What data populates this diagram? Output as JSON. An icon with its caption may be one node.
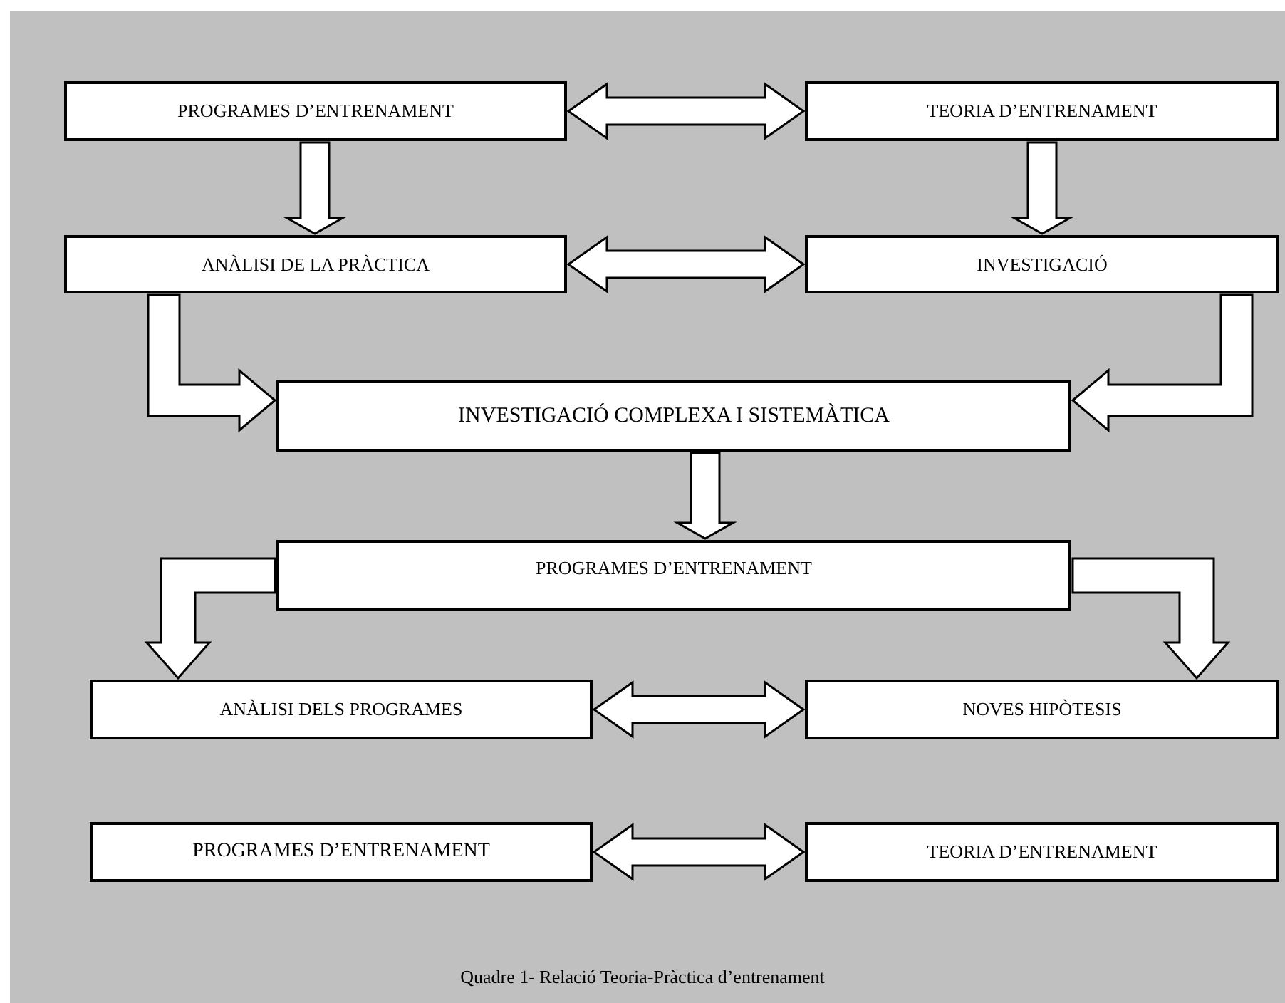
{
  "diagram": {
    "caption": "Quadre 1- Relació Teoria-Pràctica d’entrenament",
    "nodes": [
      {
        "text": [
          "PROGRAMES D’ENTRENAMENT"
        ]
      },
      {
        "text": [
          "TEORIA D’ENTRENAMENT"
        ]
      },
      {
        "text": [
          "ANÀLISI DE LA PRÀCTICA"
        ]
      },
      {
        "text": [
          "INVESTIGACIÓ"
        ]
      },
      {
        "text": [
          "INVESTIGACIÓ COMPLEXA I SISTEMÀTICA"
        ]
      },
      {
        "text": [
          "PROGRAMES D’ENTRENAMENT"
        ]
      },
      {
        "text": [
          "ANÀLISI DELS PROGRAMES"
        ]
      },
      {
        "text": [
          "NOVES HIPÒTESIS"
        ]
      },
      {
        "text": [
          "PROGRAMES D’ENTRENAMENT"
        ]
      },
      {
        "text": [
          "TEORIA D’ENTRENAMENT"
        ]
      }
    ],
    "edges": [
      {
        "from": 0,
        "to": 1,
        "arrow": "both"
      },
      {
        "from": 0,
        "to": 2,
        "arrow": "to"
      },
      {
        "from": 1,
        "to": 3,
        "arrow": "to"
      },
      {
        "from": 2,
        "to": 3,
        "arrow": "both"
      },
      {
        "from": 2,
        "to": 4,
        "arrow": "to"
      },
      {
        "from": 3,
        "to": 4,
        "arrow": "to"
      },
      {
        "from": 4,
        "to": 5,
        "arrow": "to"
      },
      {
        "from": 5,
        "to": 6,
        "arrow": "to"
      },
      {
        "from": 5,
        "to": 7,
        "arrow": "to"
      },
      {
        "from": 6,
        "to": 7,
        "arrow": "both"
      },
      {
        "from": 8,
        "to": 9,
        "arrow": "both"
      }
    ]
  }
}
